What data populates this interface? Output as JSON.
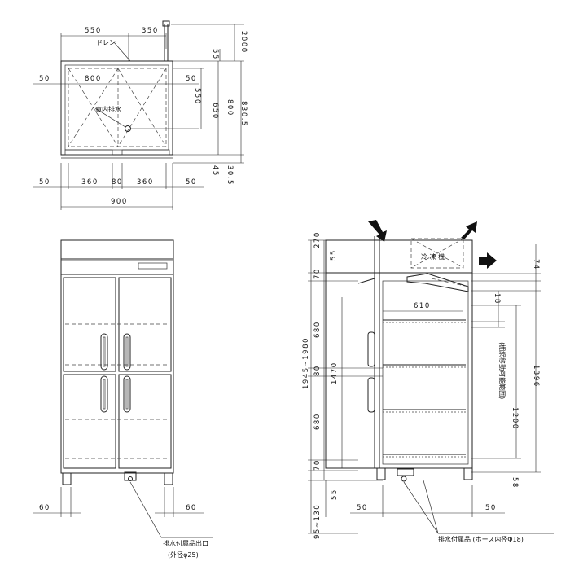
{
  "top_view": {
    "dims": {
      "w550": "550",
      "w350": "350",
      "drain_label": "ドレン",
      "h55": "55",
      "h2000": "2000",
      "left50": "50",
      "w800": "800",
      "right50": "50",
      "h550": "550",
      "h650": "650",
      "h800": "800",
      "h830_5": "830.5",
      "interior_drain": "庫内排水",
      "h45": "45",
      "h30_5": "30.5",
      "b50a": "50",
      "b360a": "360",
      "b80": "80",
      "b360b": "360",
      "b50b": "50",
      "w900": "900"
    }
  },
  "front_view": {
    "dims": {
      "l60": "60",
      "r60": "60"
    },
    "drain_outlet_label": "排水付属品出口",
    "drain_outlet_sub": "(外径φ25)"
  },
  "side_view": {
    "dims": {
      "h270": "270",
      "h55t": "55",
      "h74": "74",
      "h70t": "70",
      "w610": "610",
      "h18": "18",
      "h680a": "680",
      "h80": "80",
      "h1470": "1470",
      "h1945": "1945~1980",
      "h680b": "680",
      "h70b": "70",
      "h55b": "55",
      "h95": "95~130",
      "h1200": "1200",
      "shelf_range": "(棚網移動可能範囲)",
      "h1396": "1396",
      "h58": "58",
      "b50l": "50",
      "b50r": "50"
    },
    "cooler_label": "冷 凍 機",
    "accessory_label": "排水付属品 (ホース内径Φ18)"
  }
}
